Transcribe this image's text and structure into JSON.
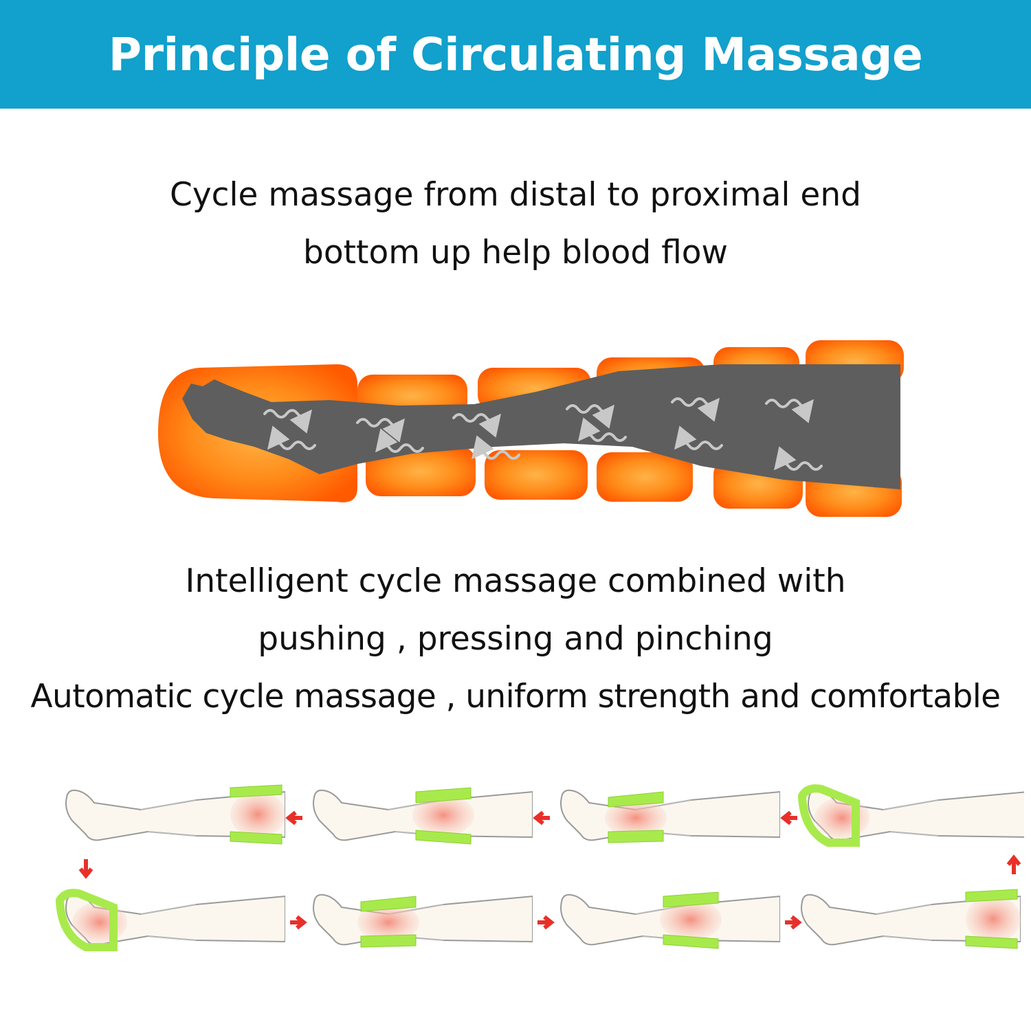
{
  "header": {
    "title": "Principle of Circulating Massage",
    "background": "#12a0cc"
  },
  "intro": {
    "line1": "Cycle massage from distal to proximal end",
    "line2": "bottom up help blood flow"
  },
  "details": {
    "line1": "Intelligent cycle massage combined with",
    "line2": "pushing , pressing and pinching",
    "line3": "Automatic cycle massage , uniform strength and comfortable"
  },
  "colors": {
    "chamber_outer": "#ff5a00",
    "chamber_inner": "#ffa030",
    "leg": "#5e5e5e",
    "flow_arrow": "#c8c8c8",
    "active_chamber": "#a8ea4c",
    "pressure_glow": "#f4a08a",
    "sequence_arrow": "#e8302a"
  },
  "sequence": {
    "top_row_active_zones": [
      "thigh",
      "knee",
      "calf",
      "foot"
    ],
    "bottom_row_active_zones": [
      "foot",
      "calf",
      "knee",
      "thigh"
    ],
    "direction_icons": [
      "arrow-left-icon",
      "arrow-down-icon",
      "arrow-right-icon",
      "arrow-up-icon"
    ]
  }
}
